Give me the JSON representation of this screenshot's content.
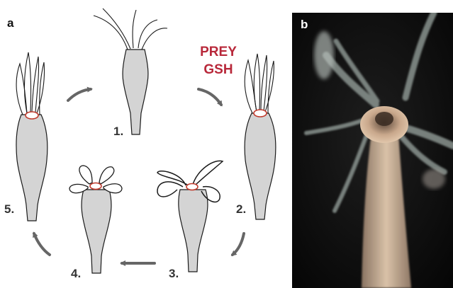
{
  "panel_a": {
    "letter": "a",
    "trigger_line1": "PREY",
    "trigger_line2": "GSH",
    "stages": [
      "1.",
      "2.",
      "3.",
      "4.",
      "5."
    ]
  },
  "panel_b": {
    "letter": "b"
  },
  "colors": {
    "body_fill": "#d4d4d4",
    "outline": "#1a1a1a",
    "mouth_red": "#c0392b",
    "trigger_red": "#b8283a",
    "arrow_gray": "#666666",
    "photo_background": "#0b0b0b"
  }
}
